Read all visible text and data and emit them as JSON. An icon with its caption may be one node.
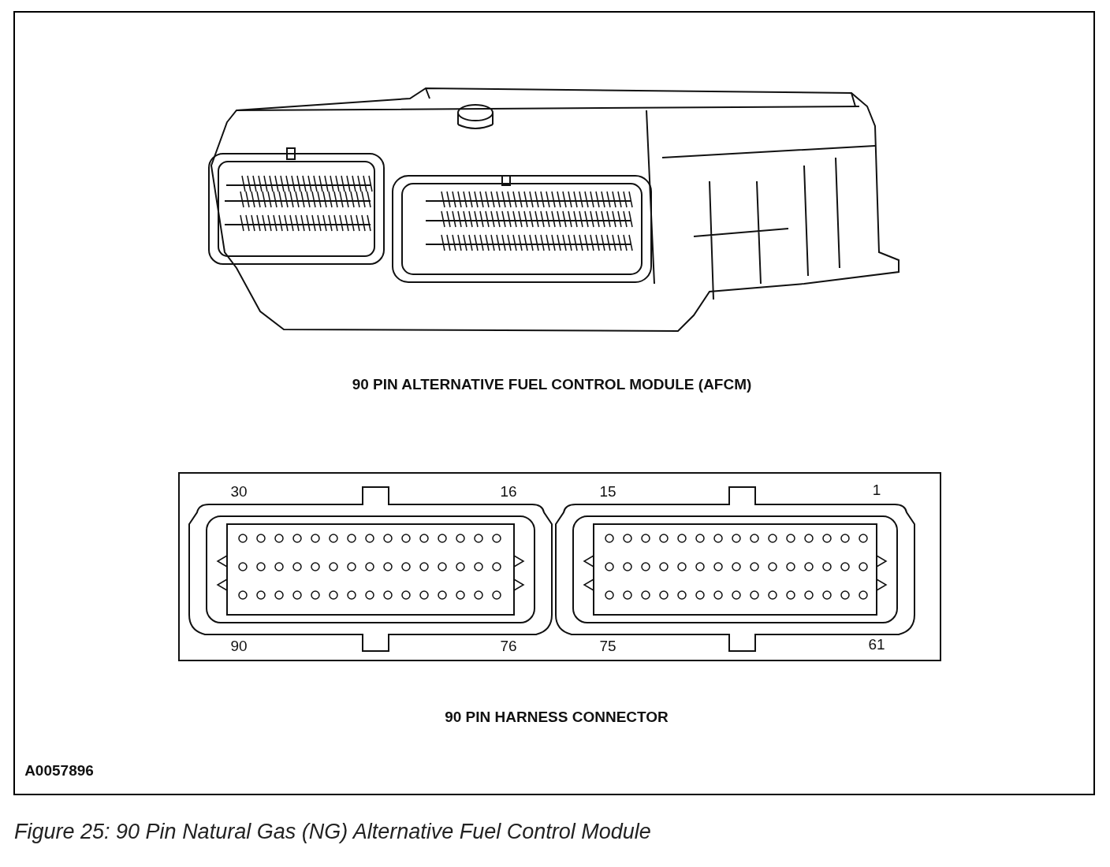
{
  "diagram": {
    "caption": "Figure 25: 90 Pin Natural Gas (NG) Alternative Fuel Control Module",
    "labels": [
      "90 PIN ALTERNATIVE FUEL CONTROL MODULE (AFCM)",
      "30",
      "16",
      "15",
      "1",
      "90",
      "76",
      "75",
      "61",
      "90 PIN HARNESS CONNECTOR",
      "A0057896"
    ]
  }
}
